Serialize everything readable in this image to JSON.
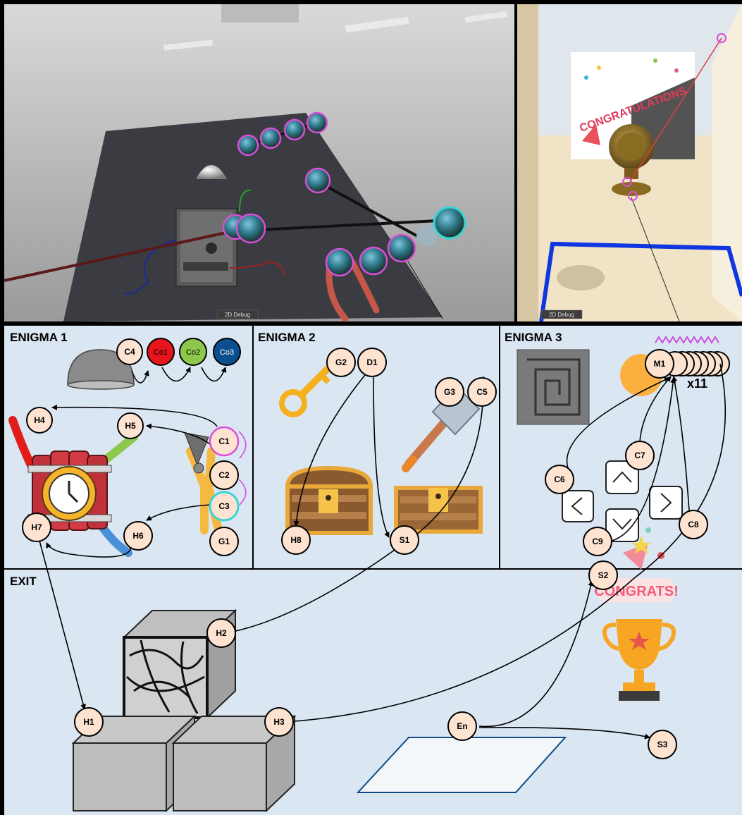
{
  "screenshots": {
    "left_debug_label": "2D Debug",
    "right_debug_label": "2D Debug",
    "poster_text": "CONGRATULATIONS"
  },
  "panels": {
    "enigma1": "ENIGMA 1",
    "enigma2": "ENIGMA 2",
    "enigma3": "ENIGMA 3",
    "exit": "EXIT"
  },
  "nodes": {
    "C4": "C4",
    "Co1": "Co1",
    "Co2": "Co2",
    "Co3": "Co3",
    "H4": "H4",
    "H5": "H5",
    "C1": "C1",
    "C2": "C2",
    "C3": "C3",
    "H7": "H7",
    "H6": "H6",
    "G1": "G1",
    "G2": "G2",
    "D1": "D1",
    "G3": "G3",
    "C5": "C5",
    "H8": "H8",
    "S1": "S1",
    "M1": "M1",
    "C6": "C6",
    "C7": "C7",
    "C8": "C8",
    "C9": "C9",
    "H2": "H2",
    "H1": "H1",
    "H3": "H3",
    "En": "En",
    "S2": "S2",
    "S3": "S3"
  },
  "counters": {
    "m1_multiplier": "x11"
  },
  "exit_scene": {
    "banner_text": "CONGRATS!"
  },
  "colors": {
    "panel_bg": "#dbe6f3",
    "node_fill": "#fde3d0",
    "co1": "#e8141c",
    "co2": "#8cc84b",
    "co3": "#0b4f8e",
    "highlight_magenta": "#d94fd9",
    "highlight_cyan": "#35d6d6",
    "floor_outline": "#0d4a86"
  }
}
